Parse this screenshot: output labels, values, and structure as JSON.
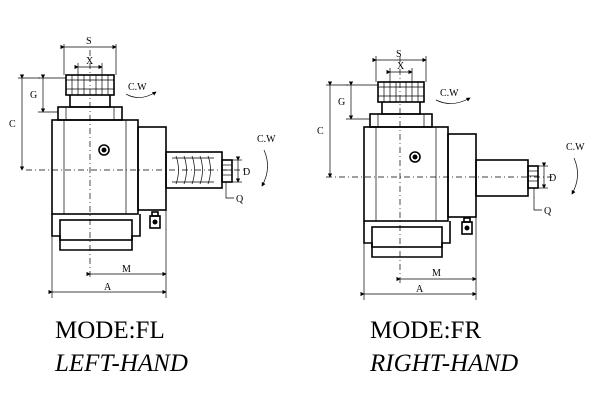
{
  "left": {
    "dims": {
      "S": "S",
      "X": "X",
      "G": "G",
      "C": "C",
      "D": "D",
      "Q": "Q",
      "M": "M",
      "A": "A"
    },
    "cw_top": "C.W",
    "cw_side": "C.W",
    "mode": "MODE:FL",
    "hand": "LEFT-HAND"
  },
  "right": {
    "dims": {
      "S": "S",
      "X": "X",
      "G": "G",
      "C": "C",
      "D": "D",
      "Q": "Q",
      "M": "M",
      "A": "A"
    },
    "cw_top": "C.W",
    "cw_side": "C.W",
    "mode": "MODE:FR",
    "hand": "RIGHT-HAND"
  }
}
